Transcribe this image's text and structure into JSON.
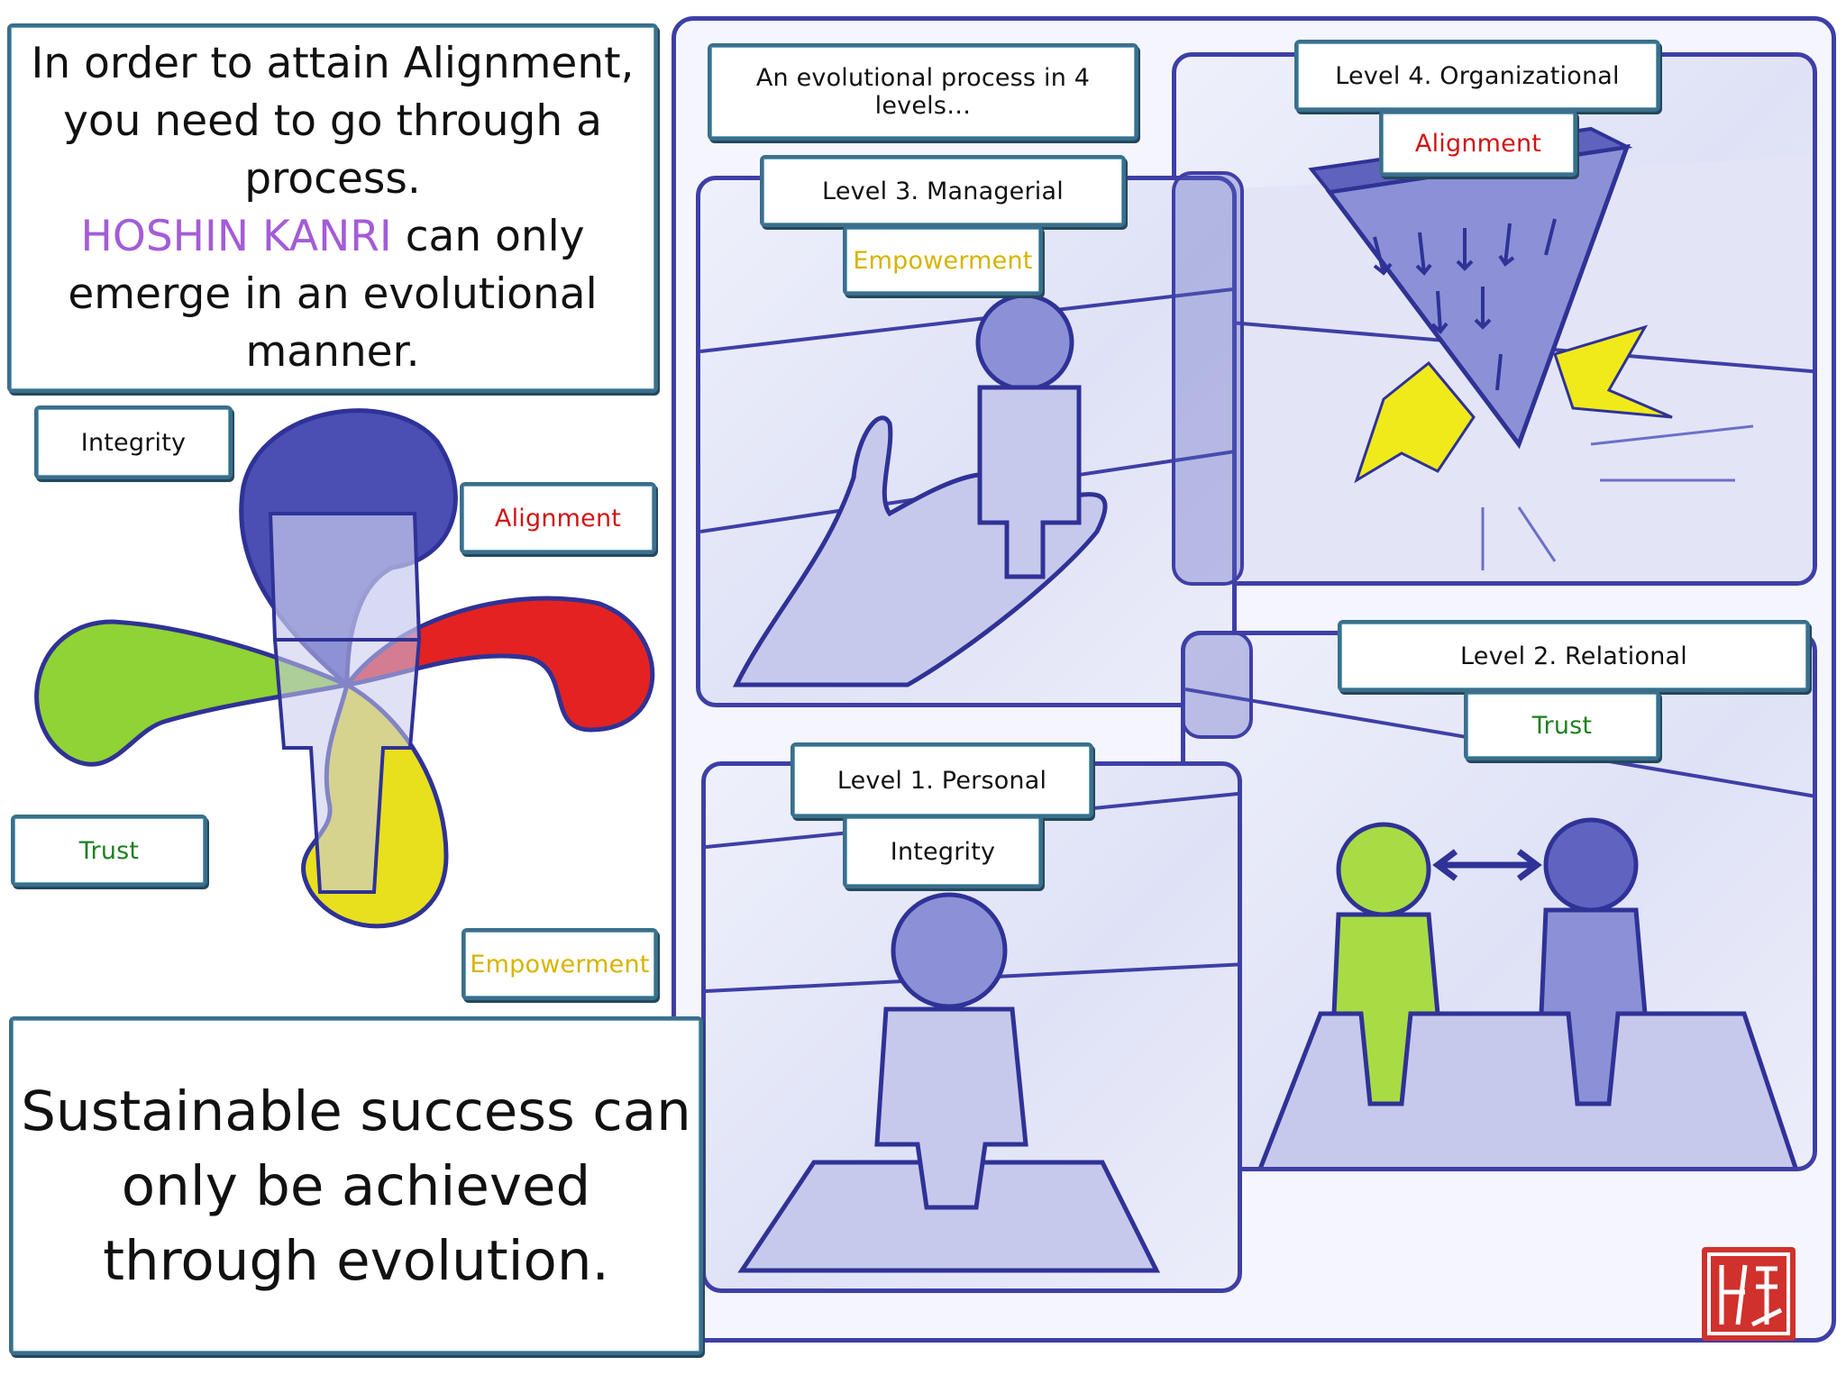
{
  "intro": {
    "line1": "In order to attain Alignment,",
    "line2": "you need to go through a",
    "line3": "process.",
    "hoshin": "HOSHIN KANRI",
    "line4": " can only",
    "line5": "emerge in an evolutional",
    "line6": "manner."
  },
  "wheel": {
    "integrity": "Integrity",
    "alignment": "Alignment",
    "trust": "Trust",
    "empowerment": "Empowerment"
  },
  "conclusion": {
    "line1": "Sustainable success can",
    "line2": "only be achieved",
    "line3": "through evolution."
  },
  "process_caption": "An evolutional process in 4 levels…",
  "levels": {
    "level4": {
      "title": "Level 4. Organizational",
      "value": "Alignment"
    },
    "level3": {
      "title": "Level 3. Managerial",
      "value": "Empowerment"
    },
    "level2": {
      "title": "Level 2. Relational",
      "value": "Trust"
    },
    "level1": {
      "title": "Level 1. Personal",
      "value": "Integrity"
    }
  },
  "colors": {
    "frame": "#3e3fa6",
    "box_border": "#3b6f8c",
    "alignment": "#d01414",
    "trust": "#1f7f1f",
    "empowerment": "#d6b400",
    "hoshin": "#a45cd6",
    "wheel_blue": "#4b4fb4",
    "wheel_red": "#e42222",
    "wheel_green": "#8fd334",
    "wheel_yellow": "#e8e01c",
    "seal": "#d0312d"
  }
}
